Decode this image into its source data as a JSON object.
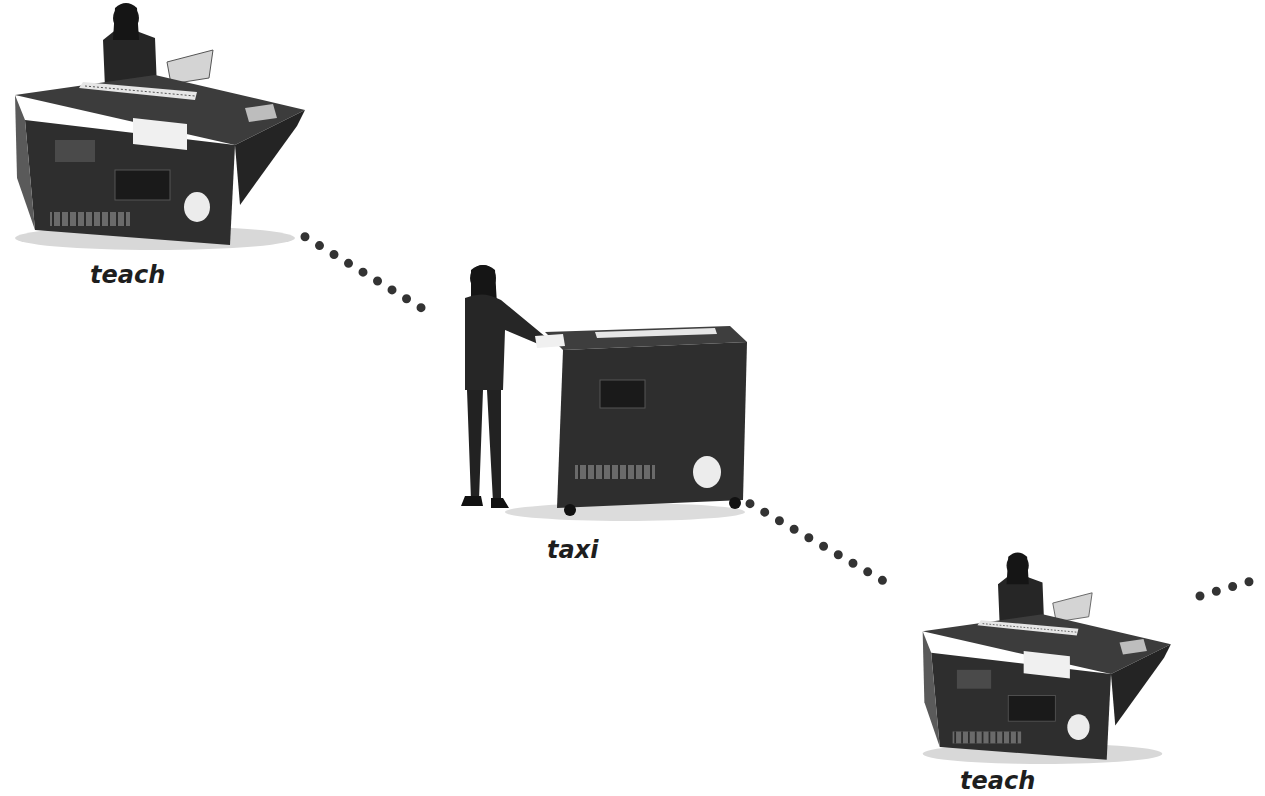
{
  "diagram": {
    "nodes": [
      {
        "text": [
          "teach"
        ]
      },
      {
        "text": [
          "taxi"
        ]
      },
      {
        "text": [
          "teach"
        ]
      }
    ],
    "edges": [
      {
        "from": 0,
        "to": 1,
        "arrow": "none"
      },
      {
        "from": 1,
        "to": 2,
        "arrow": "none"
      }
    ]
  }
}
